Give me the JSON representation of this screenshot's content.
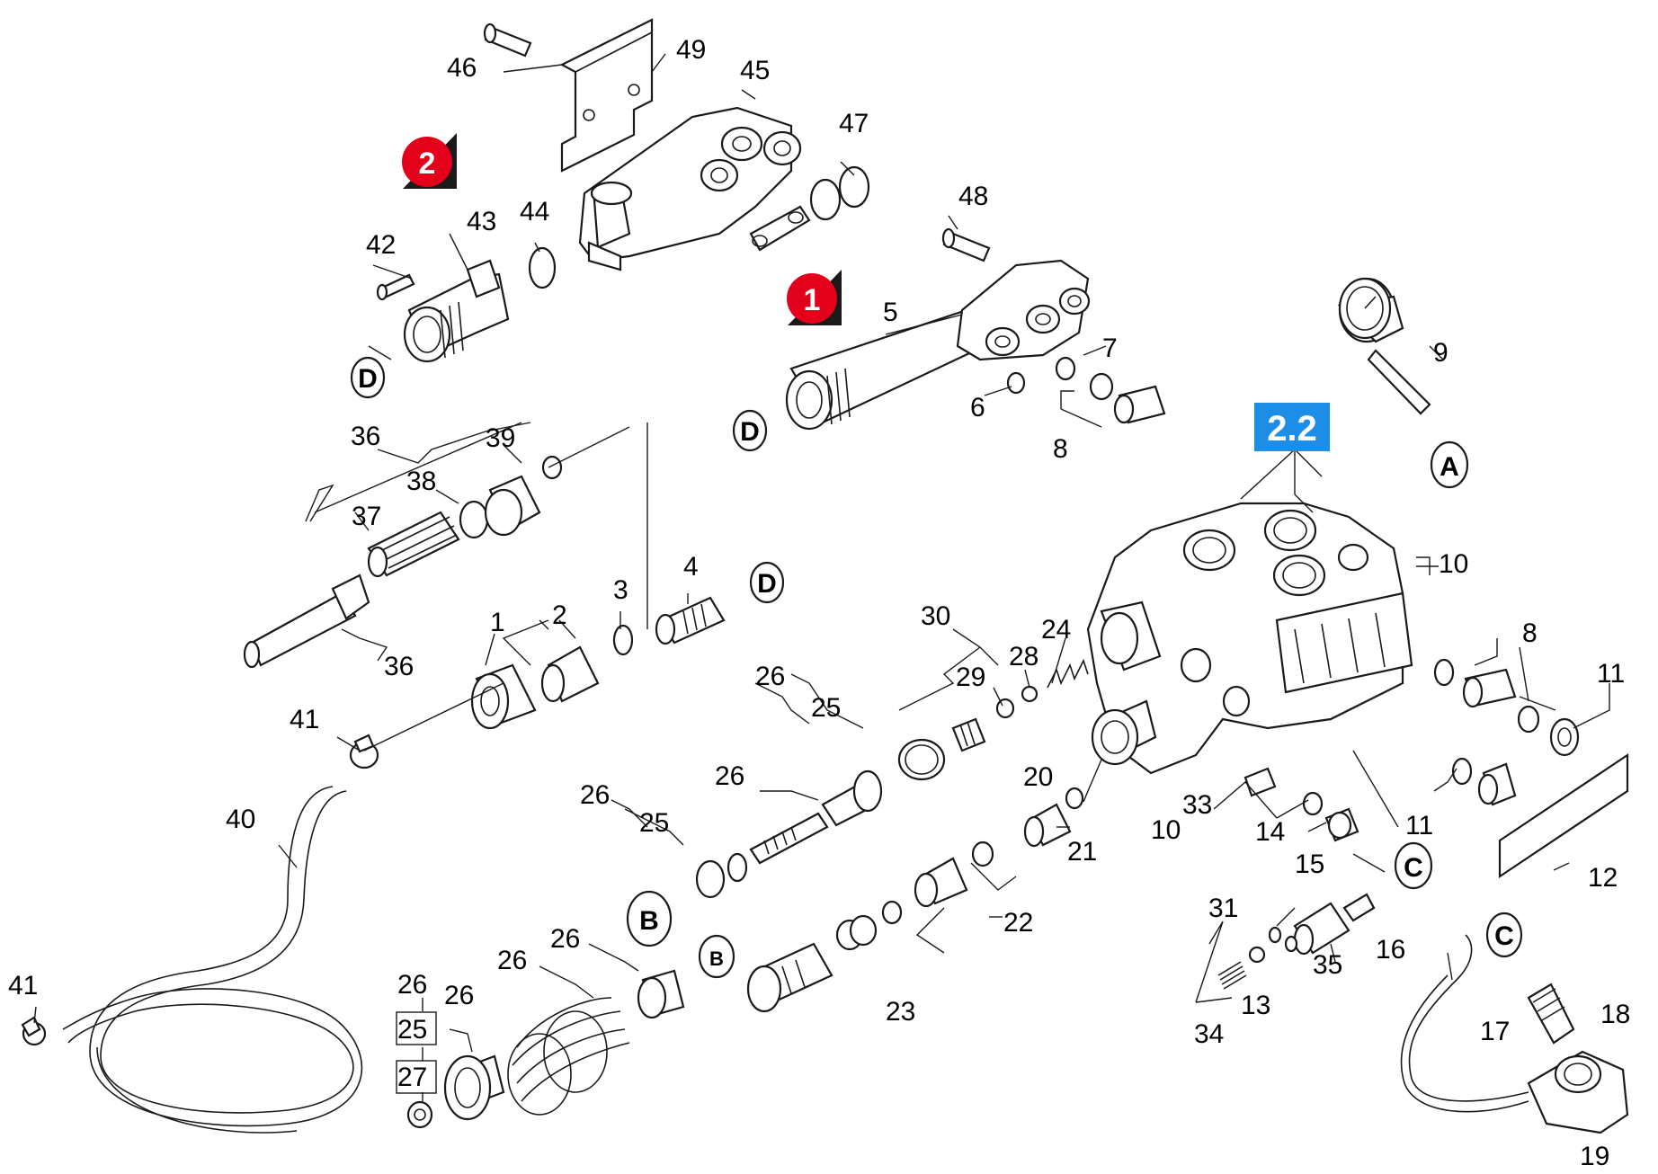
{
  "colors": {
    "badge_red": "#e3001b",
    "badge_shadow": "#1a1a1a",
    "group_blue": "#1c8ee8",
    "line": "#1a1a1a"
  },
  "badges": {
    "one": "1",
    "two": "2"
  },
  "group": {
    "label": "2.2"
  },
  "connectors": {
    "a": "A",
    "b": "B",
    "c": "C",
    "d": "D"
  },
  "callouts": {
    "n1": "1",
    "n2": "2",
    "n3": "3",
    "n4": "4",
    "n5": "5",
    "n6": "6",
    "n7": "7",
    "n8": "8",
    "n9": "9",
    "n10": "10",
    "n11": "11",
    "n12": "12",
    "n13": "13",
    "n14": "14",
    "n15": "15",
    "n16": "16",
    "n17": "17",
    "n18": "18",
    "n19": "19",
    "n20": "20",
    "n21": "21",
    "n22": "22",
    "n23": "23",
    "n24": "24",
    "n25": "25",
    "n26": "26",
    "n27": "27",
    "n28": "28",
    "n29": "29",
    "n30": "30",
    "n31": "31",
    "n33": "33",
    "n34": "34",
    "n35": "35",
    "n36": "36",
    "n37": "37",
    "n38": "38",
    "n39": "39",
    "n40": "40",
    "n41": "41",
    "n42": "42",
    "n43": "43",
    "n44": "44",
    "n45": "45",
    "n46": "46",
    "n47": "47",
    "n48": "48",
    "n49": "49"
  }
}
